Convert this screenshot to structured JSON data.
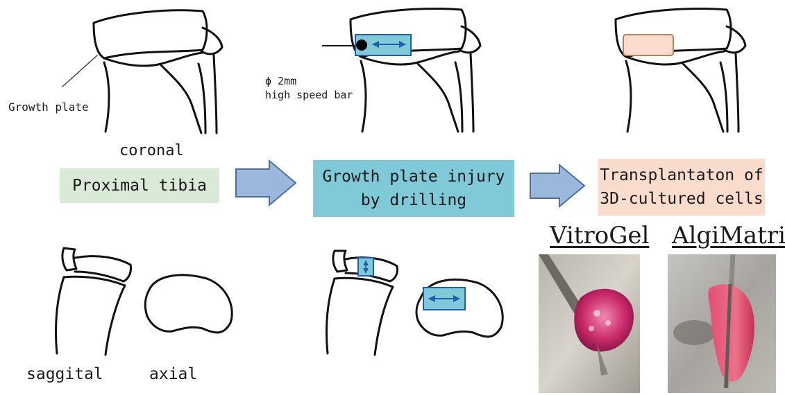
{
  "labels": {
    "growth_plate": "Growth plate",
    "coronal": "coronal",
    "saggital": "saggital",
    "axial": "axial",
    "drill_size": "ϕ 2mm",
    "drill_tool": "high speed bar"
  },
  "steps": [
    {
      "text": "Proximal tibia",
      "color": "#d9ead6"
    },
    {
      "text_line1": "Growth plate injury",
      "text_line2": "by drilling",
      "color": "#7fc9d9"
    },
    {
      "text_line1": "Transplantaton of",
      "text_line2": "3D-cultured cells",
      "color": "#f9dccc"
    }
  ],
  "materials": {
    "vitrogel": "VitroGel",
    "algimatrix": "AlgiMatrix"
  },
  "colors": {
    "arrow_fill": "#9bb7dc",
    "arrow_stroke": "#4f6f9b",
    "drill_box": "#7fc9d9",
    "drill_arrow": "#1f5fb0",
    "transplant_box": "#f9dccc",
    "gel_pink": "#d22a6a"
  }
}
